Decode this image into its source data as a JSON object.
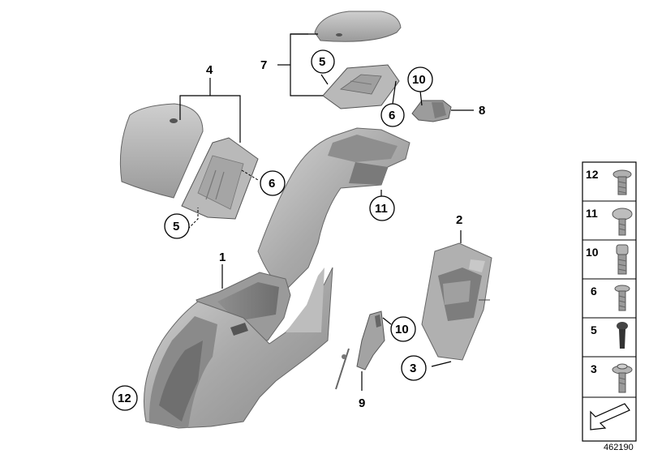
{
  "callouts": {
    "c1": "1",
    "c2": "2",
    "c3": "3",
    "c4": "4",
    "c5a": "5",
    "c5b": "5",
    "c6a": "6",
    "c6b": "6",
    "c7": "7",
    "c8": "8",
    "c9": "9",
    "c10a": "10",
    "c10b": "10",
    "c11": "11",
    "c12": "12"
  },
  "legend": {
    "items": [
      {
        "num": "12",
        "icon": "flat-head-screw-icon"
      },
      {
        "num": "11",
        "icon": "round-head-screw-icon"
      },
      {
        "num": "10",
        "icon": "torx-bolt-icon"
      },
      {
        "num": "6",
        "icon": "short-screw-icon"
      },
      {
        "num": "5",
        "icon": "expanding-rivet-icon"
      },
      {
        "num": "3",
        "icon": "collar-screw-icon"
      }
    ],
    "footer_icon": "direction-arrow-icon"
  },
  "doc_number": "462190",
  "colors": {
    "part_fill": "#a9a9a9",
    "part_dark": "#7d7d7d",
    "part_light": "#cfcfcf",
    "line": "#000000"
  }
}
